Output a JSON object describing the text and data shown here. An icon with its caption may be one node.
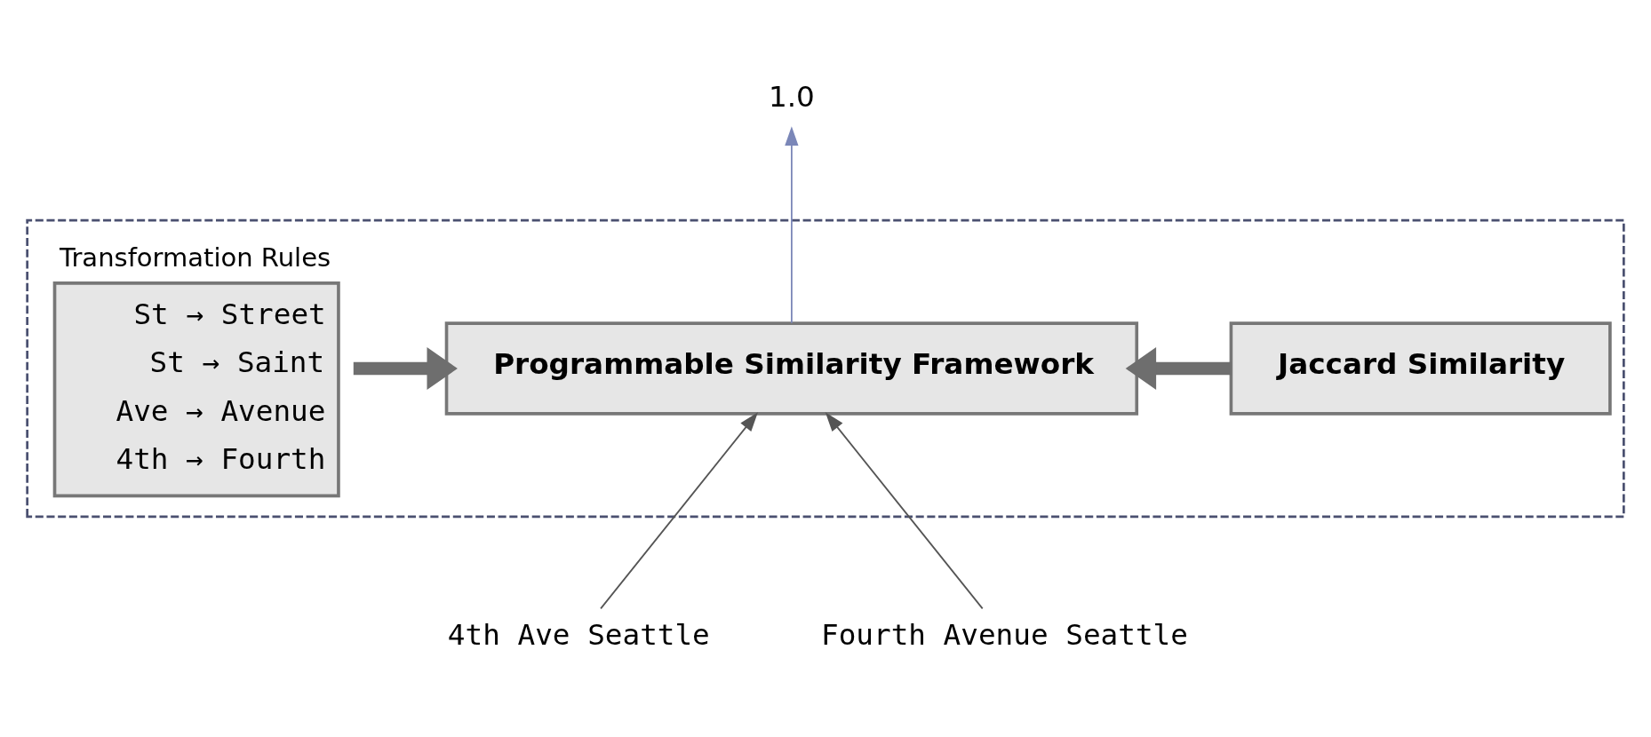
{
  "diagram": {
    "nodes": [
      {
        "text": [],
        "shape": "box"
      },
      {
        "text": [
          "Transformation Rules",
          "St → Street",
          "St → Saint",
          "Ave → Avenue",
          "4th → Fourth"
        ],
        "in": 0
      },
      {
        "text": [
          "Programmable Similarity Framework"
        ],
        "in": 0
      },
      {
        "text": [
          "Jaccard Similarity"
        ],
        "in": 0
      },
      {
        "text": [
          "1.0"
        ]
      },
      {
        "text": [
          "4th Ave Seattle"
        ]
      },
      {
        "text": [
          "Fourth Avenue Seattle"
        ]
      }
    ],
    "edges": [
      {
        "from": 1,
        "to": 2,
        "arrow": "to",
        "style": "thick"
      },
      {
        "from": 3,
        "to": 2,
        "arrow": "to",
        "style": "thick"
      },
      {
        "from": 2,
        "to": 4,
        "arrow": "to",
        "color": "#7b87b8"
      },
      {
        "from": 5,
        "to": 2,
        "arrow": "to"
      },
      {
        "from": 6,
        "to": 2,
        "arrow": "to"
      }
    ]
  }
}
